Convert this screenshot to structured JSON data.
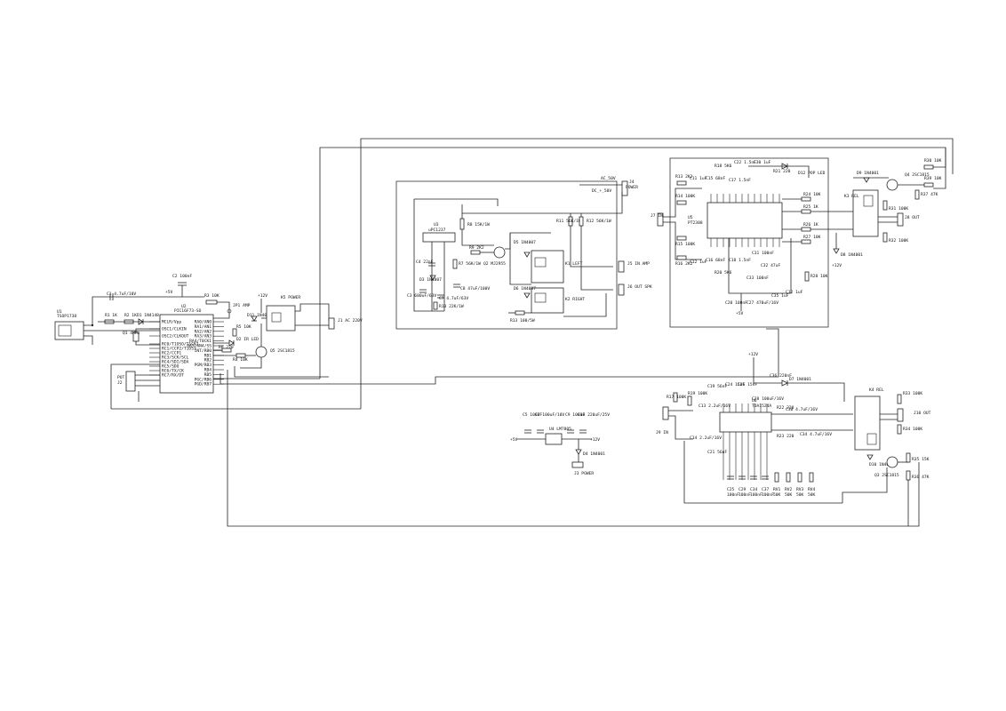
{
  "sections": {
    "micro": {
      "U1": {
        "ref": "U1",
        "name": "TSOP1738"
      },
      "U2": {
        "ref": "U2",
        "name": "PIC16F73-SO",
        "left_pins": [
          "MCLR/Vpp",
          "OSC1/CLKIN",
          "OSC2/CLKOUT",
          "RC0/T1OSO/T1CKI",
          "RC1/CCP2/T1OSI",
          "RC2/CCP1",
          "RC3/SCK/SCL",
          "RC4/SDI/SDA",
          "RC5/SDO",
          "RC6/TX/CK",
          "RC7/RX/DT"
        ],
        "right_pins": [
          "RA0/AN0",
          "RA1/AN1",
          "RA2/AN2",
          "RA3/AN3",
          "RA4/T0CKI",
          "RA5/AN4/SS",
          "INT/RB0",
          "RB1",
          "RB2",
          "PGM/RB3",
          "RB4",
          "RB5",
          "PGC/RB6",
          "PGD/RB7"
        ]
      },
      "parts": [
        {
          "id": "c1",
          "label": "C1 4.7uF/10V"
        },
        {
          "id": "c2",
          "label": "C2 100nF"
        },
        {
          "id": "r1",
          "label": "R1 1K"
        },
        {
          "id": "r2",
          "label": "R2 1K"
        },
        {
          "id": "d1",
          "label": "D1 1N4148"
        },
        {
          "id": "q1",
          "label": "Q1 4MHz"
        },
        {
          "id": "r3",
          "label": "R3 10K"
        },
        {
          "id": "jp1",
          "label": "JP1 AMP"
        },
        {
          "id": "r5",
          "label": "R5 10K"
        },
        {
          "id": "d2",
          "label": "D2 IR LED"
        },
        {
          "id": "r6",
          "label": "R6 220"
        },
        {
          "id": "r4",
          "label": "R4 10K"
        },
        {
          "id": "d11",
          "label": "D11 1N4001"
        },
        {
          "id": "q5",
          "label": "Q5 2SC1815"
        },
        {
          "id": "k5",
          "label": "K5 POWER"
        },
        {
          "id": "j1",
          "label": "J1 AC 220V"
        },
        {
          "id": "pot",
          "label": "POT"
        },
        {
          "id": "j2",
          "label": "J2"
        },
        {
          "id": "v12",
          "label": "+12V"
        },
        {
          "id": "v5",
          "label": "+5V"
        }
      ]
    },
    "power_amp": {
      "U3": {
        "ref": "U3",
        "name": "uPC1237"
      },
      "J4": {
        "ref": "J4",
        "name": "POWER",
        "nets": [
          "AC_50V",
          "DC_+_50V"
        ]
      },
      "parts": [
        {
          "id": "r8",
          "label": "R8 15K/1W"
        },
        {
          "id": "r9",
          "label": "R9 2K2"
        },
        {
          "id": "r7",
          "label": "R7 56K/1W"
        },
        {
          "id": "q2",
          "label": "Q2 MJ2955"
        },
        {
          "id": "c4",
          "label": "C4 22nF"
        },
        {
          "id": "c3",
          "label": "C3 680uF/63V"
        },
        {
          "id": "d3",
          "label": "D3 1N4007"
        },
        {
          "id": "c8",
          "label": "C8 47uF/100V"
        },
        {
          "id": "c7",
          "label": "C7 4.7uF/63V"
        },
        {
          "id": "r10",
          "label": "R10 22K/1W"
        },
        {
          "id": "r11",
          "label": "R11 56K/1W"
        },
        {
          "id": "r12",
          "label": "R12 56K/1W"
        },
        {
          "id": "d5",
          "label": "D5 1N4007"
        },
        {
          "id": "k1",
          "label": "K1 LEFT"
        },
        {
          "id": "d6",
          "label": "D6 1N4007"
        },
        {
          "id": "k2",
          "label": "K2 RIGHT"
        },
        {
          "id": "r13",
          "label": "R13 100/5W"
        },
        {
          "id": "j5",
          "label": "J5 IN AMP"
        },
        {
          "id": "j6",
          "label": "J6 OUT SPK"
        }
      ]
    },
    "volume": {
      "U5": {
        "ref": "U5",
        "name": "PT2308"
      },
      "parts": [
        {
          "id": "j7",
          "label": "J7 IN"
        },
        {
          "id": "r13b",
          "label": "R13 2K2"
        },
        {
          "id": "r14",
          "label": "R14 100K"
        },
        {
          "id": "r15",
          "label": "R15 100K"
        },
        {
          "id": "r16",
          "label": "R16 2K2"
        },
        {
          "id": "c11",
          "label": "C11 1uF"
        },
        {
          "id": "c12",
          "label": "C12 1uF"
        },
        {
          "id": "c15",
          "label": "C15 68nF"
        },
        {
          "id": "c16",
          "label": "C16 68nF"
        },
        {
          "id": "r18",
          "label": "R18 5K6"
        },
        {
          "id": "r20",
          "label": "R20 5K6"
        },
        {
          "id": "c17",
          "label": "C17 1.5nF"
        },
        {
          "id": "c18",
          "label": "C18 1.5nF"
        },
        {
          "id": "c22",
          "label": "C22 1.5nF"
        },
        {
          "id": "c30",
          "label": "C30 1uF"
        },
        {
          "id": "r21",
          "label": "R21 220"
        },
        {
          "id": "d12",
          "label": "D12 POP LED"
        },
        {
          "id": "r24",
          "label": "R24 10K"
        },
        {
          "id": "r25",
          "label": "R25 1K"
        },
        {
          "id": "r26",
          "label": "R26 1K"
        },
        {
          "id": "r27",
          "label": "R27 10K"
        },
        {
          "id": "r28",
          "label": "R28 10K"
        },
        {
          "id": "c31",
          "label": "C31 100nF"
        },
        {
          "id": "c32",
          "label": "C32 47uF"
        },
        {
          "id": "c33",
          "label": "C33 100nF"
        },
        {
          "id": "c20",
          "label": "C20 100nF"
        },
        {
          "id": "c27",
          "label": "C27 470uF/16V"
        },
        {
          "id": "c35",
          "label": "C35 1uF"
        },
        {
          "id": "c12b",
          "label": "C12 1uF"
        },
        {
          "id": "d9",
          "label": "D9 1N4001"
        },
        {
          "id": "k3",
          "label": "K3 REL"
        },
        {
          "id": "q4",
          "label": "Q4 2SC1815"
        },
        {
          "id": "r30",
          "label": "R30 10K"
        },
        {
          "id": "r39",
          "label": "R39 10K"
        },
        {
          "id": "r37",
          "label": "R37 47K"
        },
        {
          "id": "r31",
          "label": "R31 100K"
        },
        {
          "id": "r32",
          "label": "R32 100K"
        },
        {
          "id": "j8",
          "label": "J8 OUT"
        },
        {
          "id": "d8",
          "label": "D8 1N4001"
        },
        {
          "id": "v12b",
          "label": "+12V"
        },
        {
          "id": "v5b",
          "label": "+5V"
        }
      ]
    },
    "tone": {
      "U6": {
        "ref": "U6",
        "name": "TDA1524A"
      },
      "parts": [
        {
          "id": "j9",
          "label": "J9 IN"
        },
        {
          "id": "r17",
          "label": "R17 100K"
        },
        {
          "id": "r19",
          "label": "R19 100K"
        },
        {
          "id": "c13",
          "label": "C13 2.2uF/16V"
        },
        {
          "id": "c14",
          "label": "C14 2.2uF/16V"
        },
        {
          "id": "c19",
          "label": "C19 56nF"
        },
        {
          "id": "c21",
          "label": "C21 56nF"
        },
        {
          "id": "c24",
          "label": "C24 15nF"
        },
        {
          "id": "c26",
          "label": "C26 15nF"
        },
        {
          "id": "c28",
          "label": "C28 100uF/16V"
        },
        {
          "id": "c36",
          "label": "C36 220nF"
        },
        {
          "id": "d7",
          "label": "D7 1N4001"
        },
        {
          "id": "r22",
          "label": "R22 220"
        },
        {
          "id": "r23",
          "label": "R23 220"
        },
        {
          "id": "c30b",
          "label": "C30 4.7uF/16V"
        },
        {
          "id": "c34",
          "label": "C34 4.7uF/16V"
        },
        {
          "id": "c25",
          "label": "C25 100nF"
        },
        {
          "id": "c29",
          "label": "C29 100nF"
        },
        {
          "id": "c34b",
          "label": "C34 100nF"
        },
        {
          "id": "c37",
          "label": "C37 100nF"
        },
        {
          "id": "rv1",
          "label": "RV1 50K"
        },
        {
          "id": "rv2",
          "label": "RV2 50K"
        },
        {
          "id": "rv3",
          "label": "RV3 50K"
        },
        {
          "id": "rv4",
          "label": "RV4 50K"
        },
        {
          "id": "k4",
          "label": "K4 REL"
        },
        {
          "id": "r33",
          "label": "R33 100K"
        },
        {
          "id": "r34",
          "label": "R34 100K"
        },
        {
          "id": "r35",
          "label": "R35 15K"
        },
        {
          "id": "r36",
          "label": "R36 47K"
        },
        {
          "id": "d10",
          "label": "D10 1N4001"
        },
        {
          "id": "q3",
          "label": "Q3 2SC1815"
        },
        {
          "id": "j10",
          "label": "J10 OUT"
        },
        {
          "id": "v12c",
          "label": "+12V"
        }
      ]
    },
    "regulator": {
      "parts": [
        {
          "id": "c5",
          "label": "C5 100nF"
        },
        {
          "id": "c7b",
          "label": "C7 100uF/10V"
        },
        {
          "id": "u4",
          "label": "U4 LM7805"
        },
        {
          "id": "c9",
          "label": "C9 100nF"
        },
        {
          "id": "c10",
          "label": "C10 220uF/25V"
        },
        {
          "id": "d4",
          "label": "D4 1N4001"
        },
        {
          "id": "j3",
          "label": "J3 POWER"
        },
        {
          "id": "v5c",
          "label": "+5V"
        },
        {
          "id": "v12d",
          "label": "+12V"
        }
      ]
    }
  }
}
